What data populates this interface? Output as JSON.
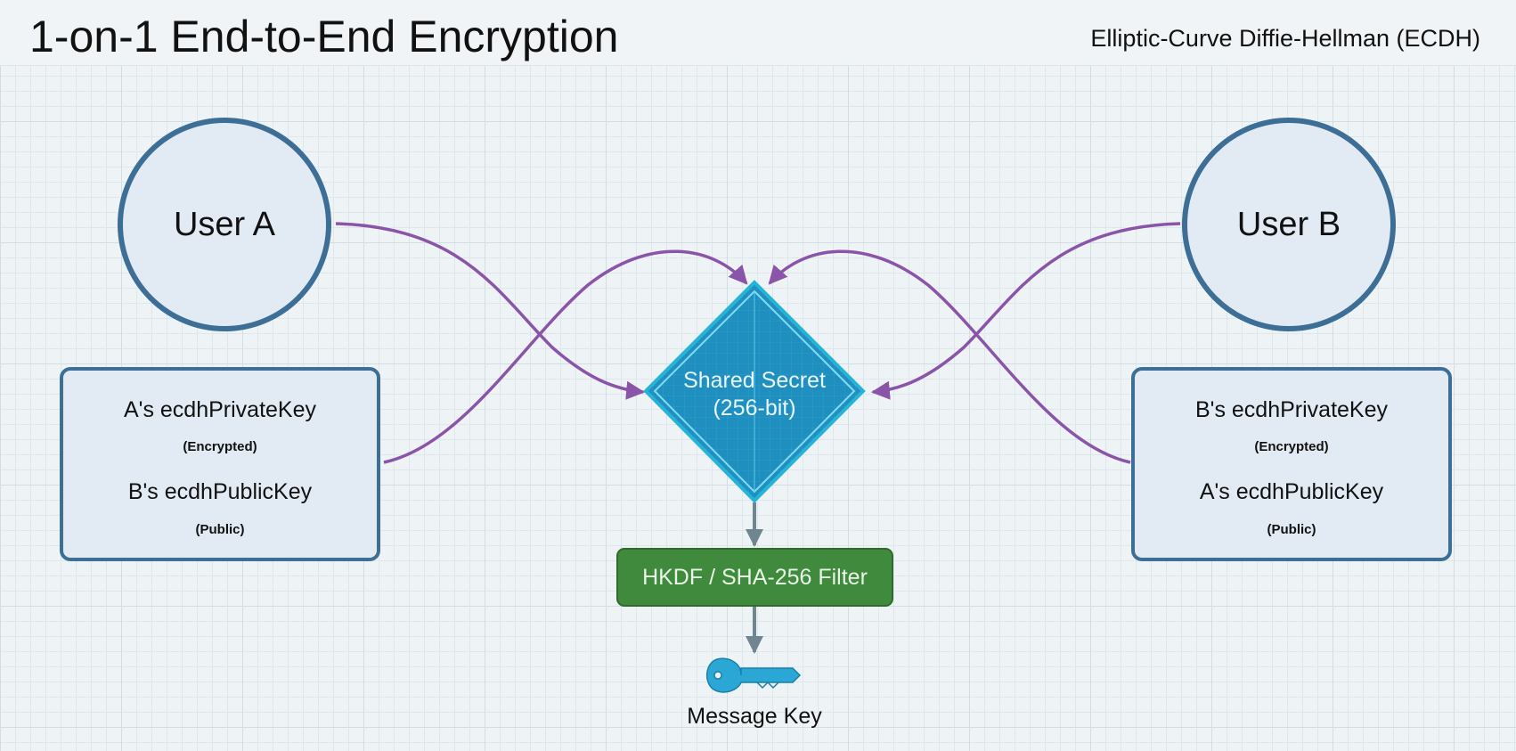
{
  "header": {
    "title": "1-on-1 End-to-End Encryption",
    "subtitle": "Elliptic-Curve Diffie-Hellman (ECDH)"
  },
  "users": {
    "a": "User A",
    "b": "User B"
  },
  "left_box": {
    "private_key": "A's ecdhPrivateKey",
    "private_note": "(Encrypted)",
    "public_key": "B's ecdhPublicKey",
    "public_note": "(Public)"
  },
  "right_box": {
    "private_key": "B's ecdhPrivateKey",
    "private_note": "(Encrypted)",
    "public_key": "A's ecdhPublicKey",
    "public_note": "(Public)"
  },
  "shared_secret": {
    "line1": "Shared Secret",
    "line2": "(256-bit)"
  },
  "kdf": "HKDF / SHA-256 Filter",
  "message_key": "Message Key",
  "colors": {
    "arrow": "#8a55a8",
    "node_border": "#3d6f96",
    "diamond": "#1f8fbf",
    "kdf": "#3f8a3c",
    "key": "#2ba7d6"
  }
}
